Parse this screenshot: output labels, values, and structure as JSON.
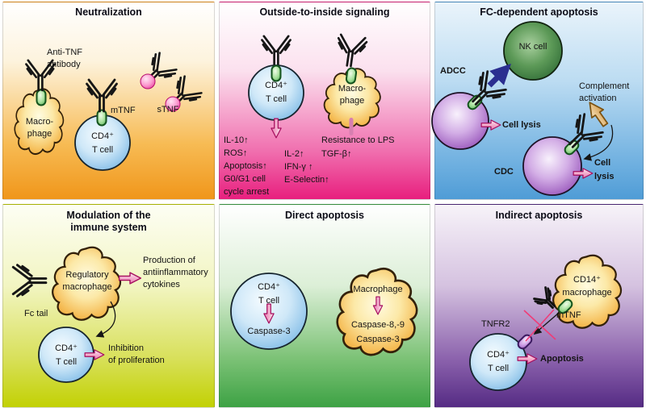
{
  "panels": {
    "neutralization": {
      "title": "Neutralization",
      "labels": {
        "anti_tnf": "Anti-TNF\nantibody",
        "macrophage": "Macro-\nphage",
        "mtnf": "mTNF",
        "cd4": "CD4⁺\nT cell",
        "stnf": "sTNF"
      }
    },
    "signaling": {
      "title": "Outside-to-inside signaling",
      "labels": {
        "cd4": "CD4⁺\nT cell",
        "macrophage": "Macro-\nphage",
        "effects_tcell": "IL-10↑\nROS↑\nApoptosis↑\nG0/G1 cell\ncycle arrest",
        "effects_mid": "IL-2↑\nIFN-γ ↑\nE-Selectin↑",
        "effects_macrophage": "Resistance to LPS\nTGF-β↑"
      }
    },
    "fc": {
      "title": "FC-dependent apoptosis",
      "labels": {
        "adcc": "ADCC",
        "nk": "NK cell",
        "cell_lysis_adcc": "Cell lysis",
        "complement": "Complement\nactivation",
        "cdc": "CDC",
        "cell_lysis_cdc": "Cell\nlysis"
      }
    },
    "modulation": {
      "title": "Modulation of the\nimmune system",
      "labels": {
        "fc_tail": "Fc tail",
        "reg_macrophage": "Regulatory\nmacrophage",
        "production": "Production of\nantiinflammatory\ncytokines",
        "cd4": "CD4⁺\nT cell",
        "inhibition": "Inhibition\nof proliferation"
      }
    },
    "direct": {
      "title": "Direct apoptosis",
      "labels": {
        "cd4": "CD4⁺\nT cell",
        "caspase_t": "Caspase-3",
        "macrophage": "Macrophage",
        "caspase_m": "Caspase-8,-9\nCaspase-3"
      }
    },
    "indirect": {
      "title": "Indirect apoptosis",
      "labels": {
        "cd14": "CD14⁺\nmacrophage",
        "mtnf": "mTNF",
        "tnfr2": "TNFR2",
        "cd4": "CD4⁺\nT cell",
        "apoptosis": "Apoptosis"
      }
    }
  },
  "colors": {
    "panel_orange": "#f0961a",
    "panel_pink": "#e81f7e",
    "panel_blue": "#4f9cd6",
    "panel_yellow_green": "#c2d103",
    "panel_green": "#3da244",
    "panel_purple": "#552b84",
    "cell_blue": "#6cb0e2",
    "cell_purple": "#8336ab",
    "nk_cell_green": "#1f5b2a",
    "macrophage_orange": "#eb9a28",
    "receptor_green": "#43a34a",
    "receptor_purple_tnfr2": "#8040ab",
    "tnf_sphere_pink": "#e22d92",
    "block_arrow_pink": "#e87ab2",
    "complement_arrow_tan": "#d29a4a",
    "adcc_arrow_blue": "#2b2e90",
    "blocked_cross_red": "#ef3d78",
    "text": "#141414"
  }
}
